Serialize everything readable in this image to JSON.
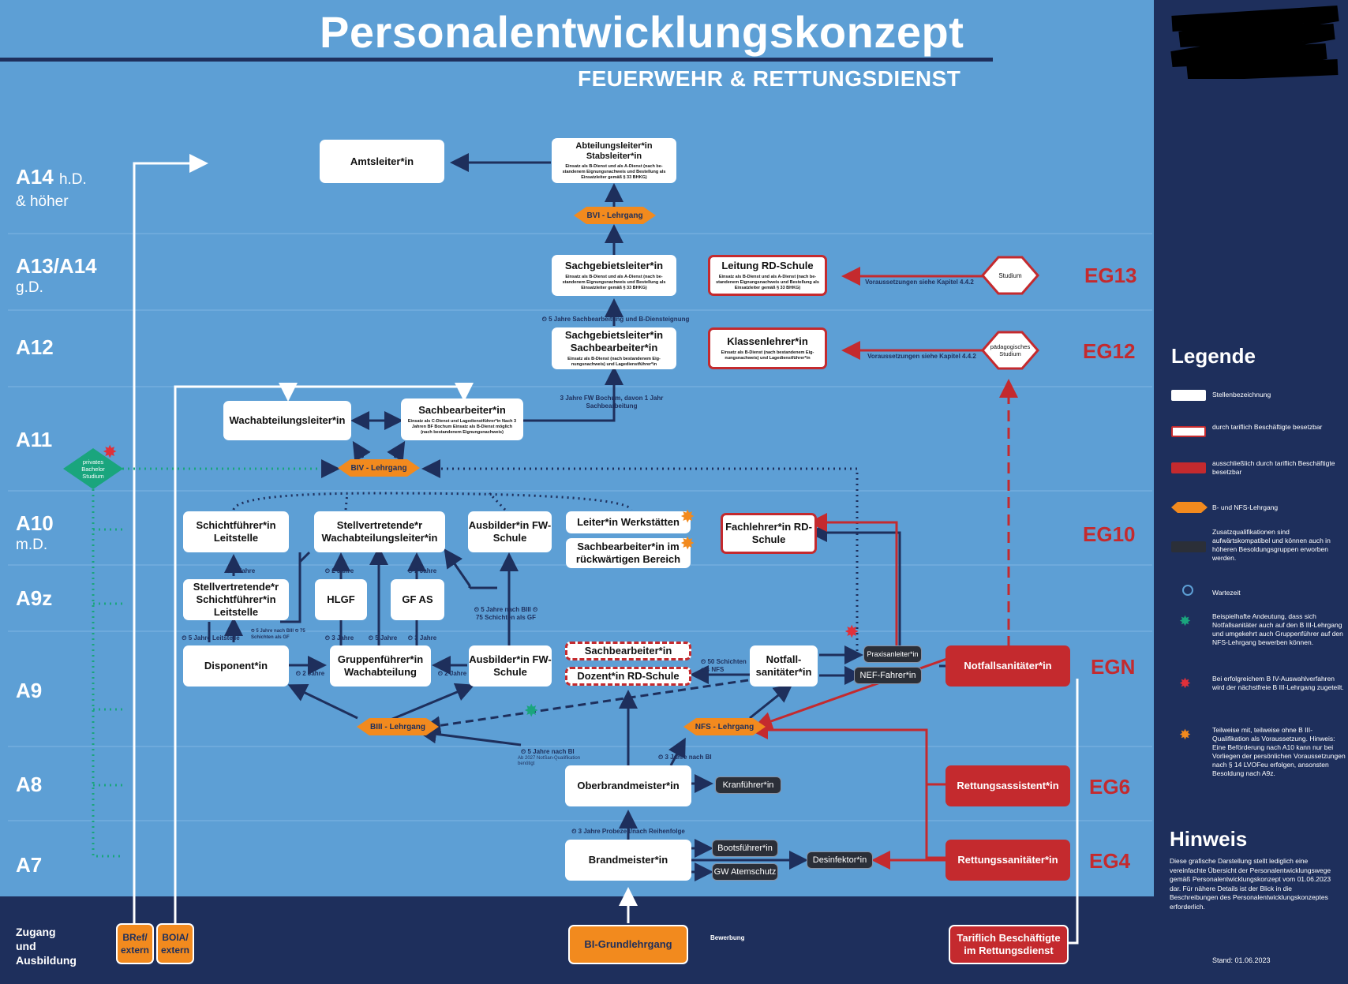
{
  "title": "Personalentwicklungskonzept",
  "subtitle": "FEUERWEHR & RETTUNGSDIENST",
  "rows": [
    {
      "label": "A14",
      "sub": "h.D.",
      "sub2": "& höher"
    },
    {
      "label": "A13/A14",
      "sub": "g.D."
    },
    {
      "label": "A12"
    },
    {
      "label": "A11"
    },
    {
      "label": "A10",
      "sub": "m.D."
    },
    {
      "label": "A9z"
    },
    {
      "label": "A9"
    },
    {
      "label": "A8"
    },
    {
      "label": "A7"
    }
  ],
  "zugang": [
    "Zugang",
    "und",
    "Ausbildung"
  ],
  "eg_labels": [
    "EG13",
    "EG12",
    "EG10",
    "EGN",
    "EG6",
    "EG4"
  ],
  "boxes": {
    "amtsleiter": {
      "t": "Amtsleiter*in"
    },
    "abteilungsleiter": {
      "t": "Abteilungsleiter*in Stabsleiter*in",
      "d": "Einsatz als B-Dienst und als A-Dienst (nach be- standenem Eignungsnachweis und Bestellung als Einsatzleiter gemäß § 33 BHKG)"
    },
    "sachgebietsleiter": {
      "t": "Sachgebietsleiter*in",
      "d": "Einsatz als B-Dienst und als A-Dienst (nach be- standenem Eignungsnachweis und Bestellung als Einsatzleiter gemäß § 33 BHKG)"
    },
    "leitung_rd": {
      "t": "Leitung RD-Schule",
      "d": "Einsatz als B-Dienst und als A-Dienst (nach be- standenem Eignungsnachweis und Bestellung als Einsatzleiter gemäß § 33 BHKG)"
    },
    "sgl_sachbearbeiter": {
      "t": "Sachgebietsleiter*in Sachbearbeiter*in",
      "d": "Einsatz als B-Dienst (nach bestandenem Eig- nungsnachweis) und Lagedienstführer*in"
    },
    "klassenlehrer": {
      "t": "Klassenlehrer*in",
      "d": "Einsatz als B-Dienst (nach bestandenem Eig- nungsnachweis) und Lagedienstführer*in"
    },
    "wachabteilungsleiter": {
      "t": "Wachabteilungsleiter*in"
    },
    "sachbearbeiter_a11": {
      "t": "Sachbearbeiter*in",
      "d": "Einsatz als C-Dienst und Lagedienstführer*in Nach 3 Jahren BF Bochum Einsatz als B-Dienst möglich (nach bestandenem Eignungsnachweis)"
    },
    "schichtfuehrer": {
      "t": "Schichtführer*in Leitstelle"
    },
    "stv_wachabteilungsleiter": {
      "t": "Stellvertretende*r Wachabteilungsleiter*in"
    },
    "ausbilder_a10": {
      "t": "Ausbilder*in FW-Schule"
    },
    "leiter_werkstaetten": {
      "t": "Leiter*in Werkstätten"
    },
    "sb_rueckwaertig": {
      "t": "Sachbearbeiter*in im rückwärtigen Bereich"
    },
    "fachlehrer": {
      "t": "Fachlehrer*in RD-Schule"
    },
    "stv_schichtfuehrer": {
      "t": "Stellvertretende*r Schichtführer*in Leitstelle"
    },
    "hlgf": {
      "t": "HLGF"
    },
    "gf_as": {
      "t": "GF AS"
    },
    "disponent": {
      "t": "Disponent*in"
    },
    "gruppenfuehrer": {
      "t": "Gruppenführer*in Wachabteilung"
    },
    "ausbilder_a9": {
      "t": "Ausbilder*in FW-Schule"
    },
    "sachbearbeiter_a9": {
      "t": "Sachbearbeiter*in"
    },
    "dozent": {
      "t": "Dozent*in RD-Schule"
    },
    "notfallsanitaeter_a9": {
      "t": "Notfall- sanitäter*in"
    },
    "notfallsanitaeter_egn": {
      "t": "Notfallsanitäter*in"
    },
    "oberbrandmeister": {
      "t": "Oberbrandmeister*in"
    },
    "rettungsassistent": {
      "t": "Rettungsassistent*in"
    },
    "brandmeister": {
      "t": "Brandmeister*in"
    },
    "rettungssanitaeter": {
      "t": "Rettungssanitäter*in"
    },
    "bref": {
      "t": "BRef/ extern"
    },
    "boia": {
      "t": "BOIA/ extern"
    },
    "bi_grund": {
      "t": "BI-Grundlehrgang"
    },
    "tariflich": {
      "t": "Tariflich Beschäftigte im Rettungsdienst"
    }
  },
  "pills": {
    "praxisanleiter": "Praxisanleiter*in",
    "nef": "NEF-Fahrer*in",
    "kranfuehrer": "Kranführer*in",
    "bootsfuehrer": "Bootsführer*in",
    "gw_atemschutz": "GW Atemschutz",
    "desinfektor": "Desinfektor*in"
  },
  "diamonds": {
    "bvi": "BVI - Lehrgang",
    "biv": "BIV - Lehrgang",
    "biii": "BIII - Lehrgang",
    "nfs": "NFS - Lehrgang",
    "studium": "Studium",
    "paed_studium": "pädagogisches Studium",
    "privates": "privates Bachelor Studium"
  },
  "notes": {
    "n_5jahre_sb": "⏲ 5 Jahre Sachbearbeitung und B-Diensteignung",
    "n_3jahre_fw": "3 Jahre FW Bochum, davon 1 Jahr Sachbearbeitung",
    "n_vor_13": "Voraussetzungen siehe Kapitel 4.4.2",
    "n_vor_12": "Voraussetzungen siehe Kapitel 4.4.2",
    "n_3jahre": "⏲ 3 Jahre",
    "n_2jahre_a": "⏲ 2 Jahre",
    "n_2jahre_b": "⏲ 2 Jahre",
    "n_5leitstelle": "⏲ 5 Jahre Leitstelle",
    "n_5biii": "⏲ 5 Jahre nach BIII ⏲ 75 Schichten als GF",
    "n_3jahre_b": "⏲ 3 Jahre",
    "n_5jahre_c": "⏲ 5 Jahre",
    "n_3jahre_c": "⏲ 3 Jahre",
    "n_5biii_b": "⏲ 5 Jahre nach BIII ⏲ 75 Schichten als GF",
    "n_2jahre_c": "⏲ 2 Jahre",
    "n_2jahre_d": "⏲ 2 Jahre",
    "n_50schichten": "⏲ 50 Schichten als NFS",
    "n_5bi": "⏲ 5 Jahre nach BI",
    "n_ab2027": "Ab 2027 NotSan-Qualifikation benötigt",
    "n_3bi": "⏲ 3 Jahre nach BI",
    "n_3probe": "⏲ 3 Jahre Probezeit/nach Reihenfolge",
    "n_bewerbung": "Bewerbung"
  },
  "legend": {
    "title": "Legende",
    "items": [
      "Stellenbezeichnung",
      "durch tariflich Beschäftigte besetzbar",
      "ausschließlich durch tariflich Beschäftigte besetzbar",
      "B- und NFS-Lehrgang",
      "Zusatzqualifikationen sind aufwärtskompatibel und können auch in höheren Besoldungsgruppen erworben werden.",
      "Wartezeit",
      "Beispielhafte Andeutung, dass sich Notfallsanitäter auch auf den B III-Lehrgang und umgekehrt auch Gruppenführer auf den NFS-Lehrgang bewerben können.",
      "Bei erfolgreichem B IV-Auswahlverfahren wird der nächstfreie B III-Lehrgang zugeteilt.",
      "Teilweise mit, teilweise ohne B III-Qualifikation als Voraussetzung. Hinweis: Eine Beförderung nach A10 kann nur bei Vorliegen der persönlichen Voraussetzungen nach § 14 LVOFeu erfolgen, ansonsten Besoldung nach A9z."
    ]
  },
  "hinweis": {
    "title": "Hinweis",
    "text": "Diese grafische Darstellung stellt lediglich eine vereinfachte Übersicht der Personalentwicklungswege gemäß Personalentwicklungskonzept vom 01.06.2023 dar. Für nähere Details ist der Blick in die Beschreibungen des Personalentwicklungskonzeptes erforderlich.",
    "stand": "Stand: 01.06.2023"
  },
  "colors": {
    "navy": "#1e2f5c",
    "blue": "#5d9fd5",
    "red": "#c42a2e",
    "orange": "#f28a1e",
    "green": "#1aa57d"
  }
}
